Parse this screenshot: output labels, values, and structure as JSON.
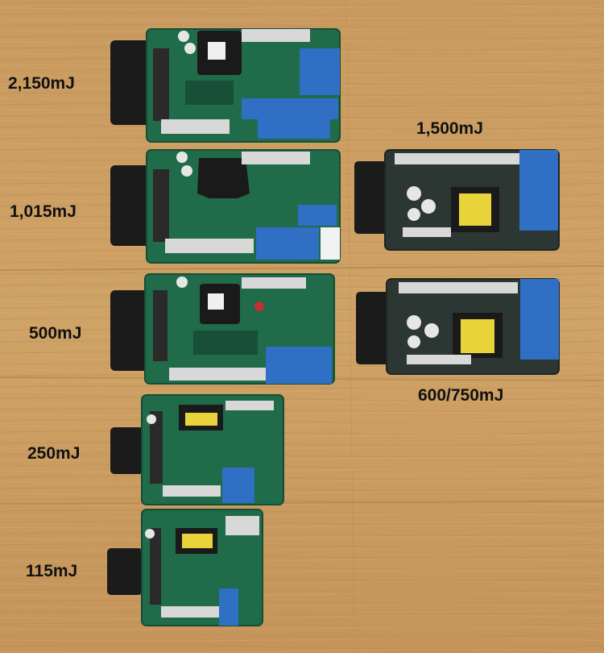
{
  "labels": {
    "e2150": "2,150mJ",
    "e1015": "1,015mJ",
    "e500": "500mJ",
    "e250": "250mJ",
    "e115": "115mJ",
    "e1500": "1,500mJ",
    "e600": "600/750mJ"
  },
  "colors": {
    "wood": "#c89a5e",
    "pcb": "#1f6b4a",
    "connector": "#1b1b1b",
    "capacitor": "#2f6fc4",
    "heatsink": "#d8d8d8",
    "transformer": "#e8d43a"
  }
}
